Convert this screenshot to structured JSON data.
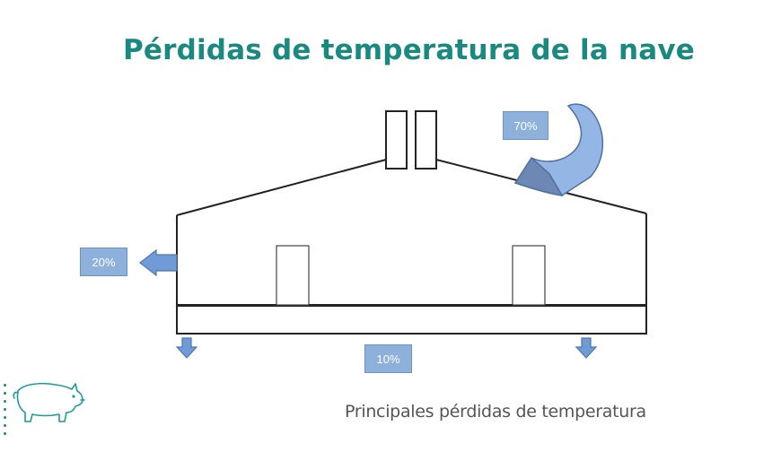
{
  "title": "Pérdidas de temperatura de la nave",
  "caption": "Principales pérdidas de temperatura",
  "labels": {
    "roof": "70%",
    "wall": "20%",
    "floor": "10%"
  },
  "colors": {
    "title": "#1a8a80",
    "label_fill": "#8eb1dc",
    "arrow_fill": "#6f9bd6",
    "curved_arrow_fill": "#94b6e4",
    "curved_arrow_dark": "#6d88b5",
    "outline": "#222222"
  },
  "icons": {
    "logo": "pig-icon"
  }
}
